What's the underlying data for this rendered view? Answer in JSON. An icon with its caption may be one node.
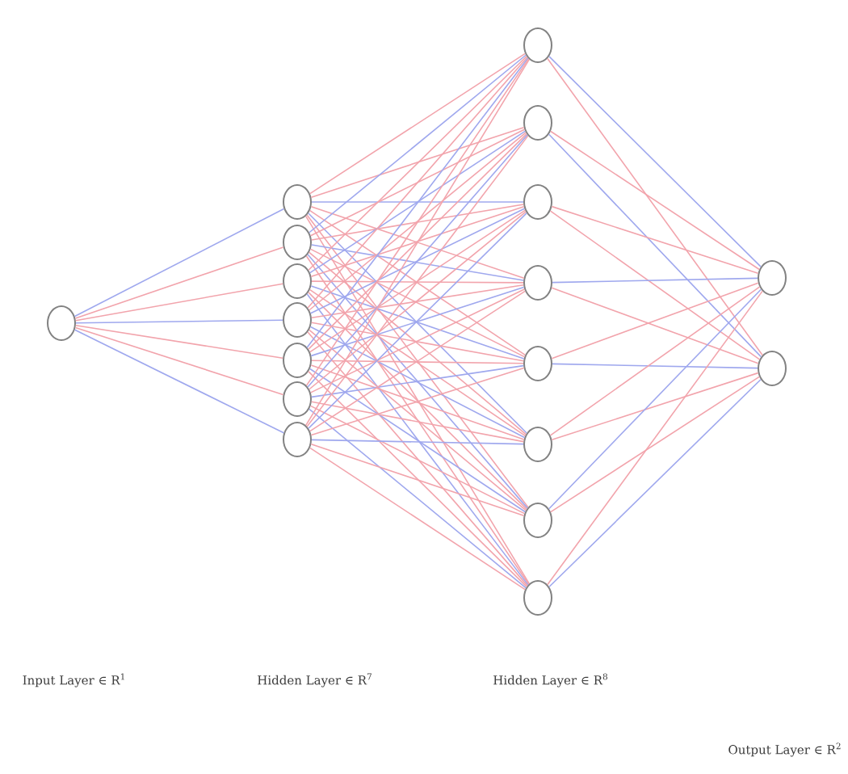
{
  "diagram": {
    "nodes": [
      {
        "text": [],
        "shape": "circle"
      },
      {
        "text": [],
        "shape": "circle"
      },
      {
        "text": [],
        "shape": "circle"
      },
      {
        "text": [],
        "shape": "circle"
      },
      {
        "text": [],
        "shape": "circle"
      },
      {
        "text": [],
        "shape": "circle"
      },
      {
        "text": [],
        "shape": "circle"
      },
      {
        "text": [],
        "shape": "circle"
      },
      {
        "text": [],
        "shape": "circle"
      },
      {
        "text": [],
        "shape": "circle"
      },
      {
        "text": [],
        "shape": "circle"
      },
      {
        "text": [],
        "shape": "circle"
      },
      {
        "text": [],
        "shape": "circle"
      },
      {
        "text": [],
        "shape": "circle"
      },
      {
        "text": [],
        "shape": "circle"
      },
      {
        "text": [],
        "shape": "circle"
      },
      {
        "text": [],
        "shape": "circle"
      },
      {
        "text": [],
        "shape": "circle"
      }
    ],
    "edges": [
      {
        "from": 0,
        "to": 1,
        "arrow": "none",
        "color": "#9fa8ee"
      },
      {
        "from": 0,
        "to": 2,
        "arrow": "none"
      },
      {
        "from": 0,
        "to": 3,
        "arrow": "none"
      },
      {
        "from": 0,
        "to": 4,
        "arrow": "none",
        "color": "#9fa8ee"
      },
      {
        "from": 0,
        "to": 5,
        "arrow": "none"
      },
      {
        "from": 0,
        "to": 6,
        "arrow": "none"
      },
      {
        "from": 0,
        "to": 7,
        "arrow": "none",
        "color": "#9fa8ee"
      },
      {
        "from": 1,
        "to": 8,
        "arrow": "none"
      },
      {
        "from": 1,
        "to": 9,
        "arrow": "none"
      },
      {
        "from": 1,
        "to": 10,
        "arrow": "none",
        "color": "#9fa8ee"
      },
      {
        "from": 1,
        "to": 11,
        "arrow": "none"
      },
      {
        "from": 1,
        "to": 12,
        "arrow": "none"
      },
      {
        "from": 1,
        "to": 13,
        "arrow": "none",
        "color": "#9fa8ee"
      },
      {
        "from": 1,
        "to": 14,
        "arrow": "none"
      },
      {
        "from": 1,
        "to": 15,
        "arrow": "none"
      },
      {
        "from": 2,
        "to": 8,
        "arrow": "none",
        "color": "#9fa8ee"
      },
      {
        "from": 2,
        "to": 9,
        "arrow": "none"
      },
      {
        "from": 2,
        "to": 10,
        "arrow": "none"
      },
      {
        "from": 2,
        "to": 11,
        "arrow": "none",
        "color": "#9fa8ee"
      },
      {
        "from": 2,
        "to": 12,
        "arrow": "none"
      },
      {
        "from": 2,
        "to": 13,
        "arrow": "none"
      },
      {
        "from": 2,
        "to": 14,
        "arrow": "none",
        "color": "#9fa8ee"
      },
      {
        "from": 2,
        "to": 15,
        "arrow": "none"
      },
      {
        "from": 3,
        "to": 8,
        "arrow": "none"
      },
      {
        "from": 3,
        "to": 9,
        "arrow": "none",
        "color": "#9fa8ee"
      },
      {
        "from": 3,
        "to": 10,
        "arrow": "none"
      },
      {
        "from": 3,
        "to": 11,
        "arrow": "none"
      },
      {
        "from": 3,
        "to": 12,
        "arrow": "none",
        "color": "#9fa8ee"
      },
      {
        "from": 3,
        "to": 13,
        "arrow": "none"
      },
      {
        "from": 3,
        "to": 14,
        "arrow": "none"
      },
      {
        "from": 3,
        "to": 15,
        "arrow": "none",
        "color": "#9fa8ee"
      },
      {
        "from": 4,
        "to": 8,
        "arrow": "none"
      },
      {
        "from": 4,
        "to": 9,
        "arrow": "none"
      },
      {
        "from": 4,
        "to": 10,
        "arrow": "none",
        "color": "#9fa8ee"
      },
      {
        "from": 4,
        "to": 11,
        "arrow": "none"
      },
      {
        "from": 4,
        "to": 12,
        "arrow": "none"
      },
      {
        "from": 4,
        "to": 13,
        "arrow": "none",
        "color": "#9fa8ee"
      },
      {
        "from": 4,
        "to": 14,
        "arrow": "none"
      },
      {
        "from": 4,
        "to": 15,
        "arrow": "none"
      },
      {
        "from": 5,
        "to": 8,
        "arrow": "none",
        "color": "#9fa8ee"
      },
      {
        "from": 5,
        "to": 9,
        "arrow": "none"
      },
      {
        "from": 5,
        "to": 10,
        "arrow": "none"
      },
      {
        "from": 5,
        "to": 11,
        "arrow": "none",
        "color": "#9fa8ee"
      },
      {
        "from": 5,
        "to": 12,
        "arrow": "none"
      },
      {
        "from": 5,
        "to": 13,
        "arrow": "none"
      },
      {
        "from": 5,
        "to": 14,
        "arrow": "none",
        "color": "#9fa8ee"
      },
      {
        "from": 5,
        "to": 15,
        "arrow": "none"
      },
      {
        "from": 6,
        "to": 8,
        "arrow": "none"
      },
      {
        "from": 6,
        "to": 9,
        "arrow": "none",
        "color": "#9fa8ee"
      },
      {
        "from": 6,
        "to": 10,
        "arrow": "none"
      },
      {
        "from": 6,
        "to": 11,
        "arrow": "none"
      },
      {
        "from": 6,
        "to": 12,
        "arrow": "none",
        "color": "#9fa8ee"
      },
      {
        "from": 6,
        "to": 13,
        "arrow": "none"
      },
      {
        "from": 6,
        "to": 14,
        "arrow": "none"
      },
      {
        "from": 6,
        "to": 15,
        "arrow": "none",
        "color": "#9fa8ee"
      },
      {
        "from": 7,
        "to": 8,
        "arrow": "none"
      },
      {
        "from": 7,
        "to": 9,
        "arrow": "none"
      },
      {
        "from": 7,
        "to": 10,
        "arrow": "none",
        "color": "#9fa8ee"
      },
      {
        "from": 7,
        "to": 11,
        "arrow": "none"
      },
      {
        "from": 7,
        "to": 12,
        "arrow": "none"
      },
      {
        "from": 7,
        "to": 13,
        "arrow": "none",
        "color": "#9fa8ee"
      },
      {
        "from": 7,
        "to": 14,
        "arrow": "none"
      },
      {
        "from": 7,
        "to": 15,
        "arrow": "none"
      },
      {
        "from": 8,
        "to": 16,
        "arrow": "none",
        "color": "#9fa8ee"
      },
      {
        "from": 8,
        "to": 17,
        "arrow": "none"
      },
      {
        "from": 9,
        "to": 16,
        "arrow": "none"
      },
      {
        "from": 9,
        "to": 17,
        "arrow": "none",
        "color": "#9fa8ee"
      },
      {
        "from": 10,
        "to": 16,
        "arrow": "none"
      },
      {
        "from": 10,
        "to": 17,
        "arrow": "none"
      },
      {
        "from": 11,
        "to": 16,
        "arrow": "none",
        "color": "#9fa8ee"
      },
      {
        "from": 11,
        "to": 17,
        "arrow": "none"
      },
      {
        "from": 12,
        "to": 16,
        "arrow": "none"
      },
      {
        "from": 12,
        "to": 17,
        "arrow": "none",
        "color": "#9fa8ee"
      },
      {
        "from": 13,
        "to": 16,
        "arrow": "none"
      },
      {
        "from": 13,
        "to": 17,
        "arrow": "none"
      },
      {
        "from": 14,
        "to": 16,
        "arrow": "none",
        "color": "#9fa8ee"
      },
      {
        "from": 14,
        "to": 17,
        "arrow": "none"
      },
      {
        "from": 15,
        "to": 16,
        "arrow": "none"
      },
      {
        "from": 15,
        "to": 17,
        "arrow": "none",
        "color": "#9fa8ee"
      }
    ],
    "labels": [
      "Input Layer ∈ R$^{1}$",
      "Hidden Layer ∈ R$^{7}$",
      "Hidden Layer ∈ R$^{8}$",
      "Output Layer ∈ R$^{2}$"
    ]
  }
}
